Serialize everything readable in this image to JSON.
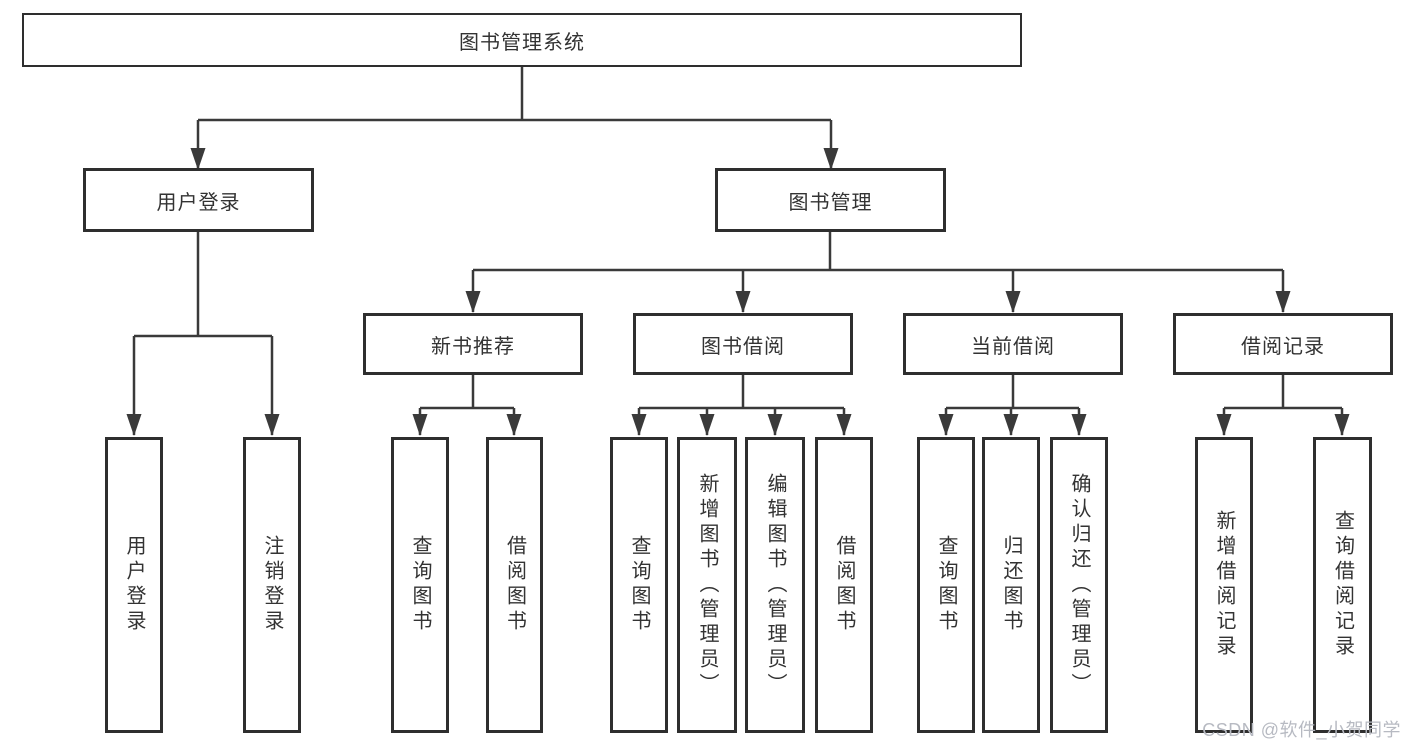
{
  "diagram": {
    "root": {
      "label": "图书管理系统"
    },
    "branches": [
      {
        "label": "用户登录",
        "children": [
          {
            "label": "用户登录"
          },
          {
            "label": "注销登录"
          }
        ]
      },
      {
        "label": "图书管理",
        "children": [
          {
            "label": "新书推荐",
            "children": [
              {
                "label": "查询图书"
              },
              {
                "label": "借阅图书"
              }
            ]
          },
          {
            "label": "图书借阅",
            "children": [
              {
                "label": "查询图书"
              },
              {
                "label": "新增图书（管理员）"
              },
              {
                "label": "编辑图书（管理员）"
              },
              {
                "label": "借阅图书"
              }
            ]
          },
          {
            "label": "当前借阅",
            "children": [
              {
                "label": "查询图书"
              },
              {
                "label": "归还图书"
              },
              {
                "label": "确认归还（管理员）"
              }
            ]
          },
          {
            "label": "借阅记录",
            "children": [
              {
                "label": "新增借阅记录"
              },
              {
                "label": "查询借阅记录"
              }
            ]
          }
        ]
      }
    ]
  },
  "watermark": {
    "text": "CSDN @软件_小贺同学"
  },
  "colors": {
    "line": "#3a3a3a",
    "border": "#2e2e2e",
    "text": "#333333",
    "watermark": "#b7bac2",
    "background": "#ffffff"
  }
}
